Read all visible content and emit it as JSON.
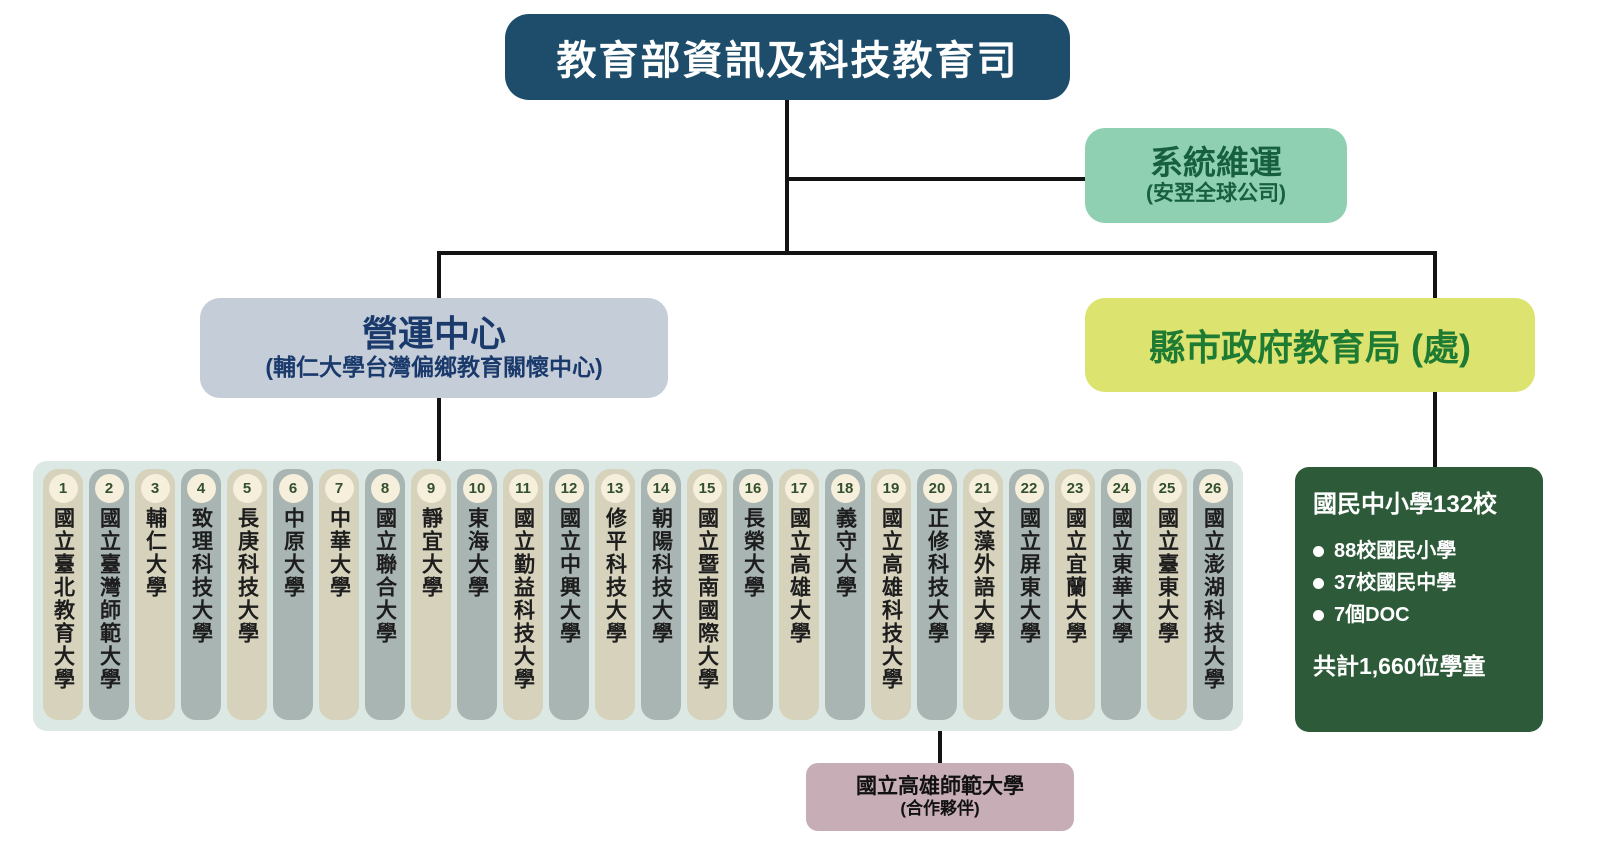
{
  "root": {
    "title": "教育部資訊及科技教育司"
  },
  "maintenance": {
    "title": "系統維運",
    "subtitle": "(安翌全球公司)"
  },
  "operation_center": {
    "title": "營運中心",
    "subtitle": "(輔仁大學台灣偏鄉教育關懷中心)"
  },
  "local_gov": {
    "title": "縣市政府教育局 (處)"
  },
  "universities": [
    {
      "num": "1",
      "name": "國立臺北教育大學"
    },
    {
      "num": "2",
      "name": "國立臺灣師範大學"
    },
    {
      "num": "3",
      "name": "輔仁大學"
    },
    {
      "num": "4",
      "name": "致理科技大學"
    },
    {
      "num": "5",
      "name": "長庚科技大學"
    },
    {
      "num": "6",
      "name": "中原大學"
    },
    {
      "num": "7",
      "name": "中華大學"
    },
    {
      "num": "8",
      "name": "國立聯合大學"
    },
    {
      "num": "9",
      "name": "靜宜大學"
    },
    {
      "num": "10",
      "name": "東海大學"
    },
    {
      "num": "11",
      "name": "國立勤益科技大學"
    },
    {
      "num": "12",
      "name": "國立中興大學"
    },
    {
      "num": "13",
      "name": "修平科技大學"
    },
    {
      "num": "14",
      "name": "朝陽科技大學"
    },
    {
      "num": "15",
      "name": "國立暨南國際大學"
    },
    {
      "num": "16",
      "name": "長榮大學"
    },
    {
      "num": "17",
      "name": "國立高雄大學"
    },
    {
      "num": "18",
      "name": "義守大學"
    },
    {
      "num": "19",
      "name": "國立高雄科技大學"
    },
    {
      "num": "20",
      "name": "正修科技大學"
    },
    {
      "num": "21",
      "name": "文藻外語大學"
    },
    {
      "num": "22",
      "name": "國立屏東大學"
    },
    {
      "num": "23",
      "name": "國立宜蘭大學"
    },
    {
      "num": "24",
      "name": "國立東華大學"
    },
    {
      "num": "25",
      "name": "國立臺東大學"
    },
    {
      "num": "26",
      "name": "國立澎湖科技大學"
    }
  ],
  "schools_summary": {
    "title": "國民中小學132校",
    "bullets": [
      "88校國民小學",
      "37校國民中學",
      "7個DOC"
    ],
    "total": "共計1,660位學童"
  },
  "partner": {
    "title": "國立高雄師範大學",
    "subtitle": "(合作夥伴)"
  },
  "colors": {
    "root_bg": "#1e4d6b",
    "maintenance_bg": "#90d0b2",
    "maintenance_text": "#16603f",
    "operation_center_bg": "#c5cdd9",
    "operation_center_text": "#1b3a6c",
    "local_gov_bg": "#dde36f",
    "local_gov_text": "#1e7b33",
    "strip_bg": "#dce8e3",
    "column_odd_bg": "#d6d2bc",
    "column_even_bg": "#a9b5b3",
    "badge_bg": "#f6efdb",
    "badge_text": "#33502e",
    "summary_bg": "#2d5b39",
    "partner_bg": "#c7aeb6",
    "connector": "#131313"
  }
}
